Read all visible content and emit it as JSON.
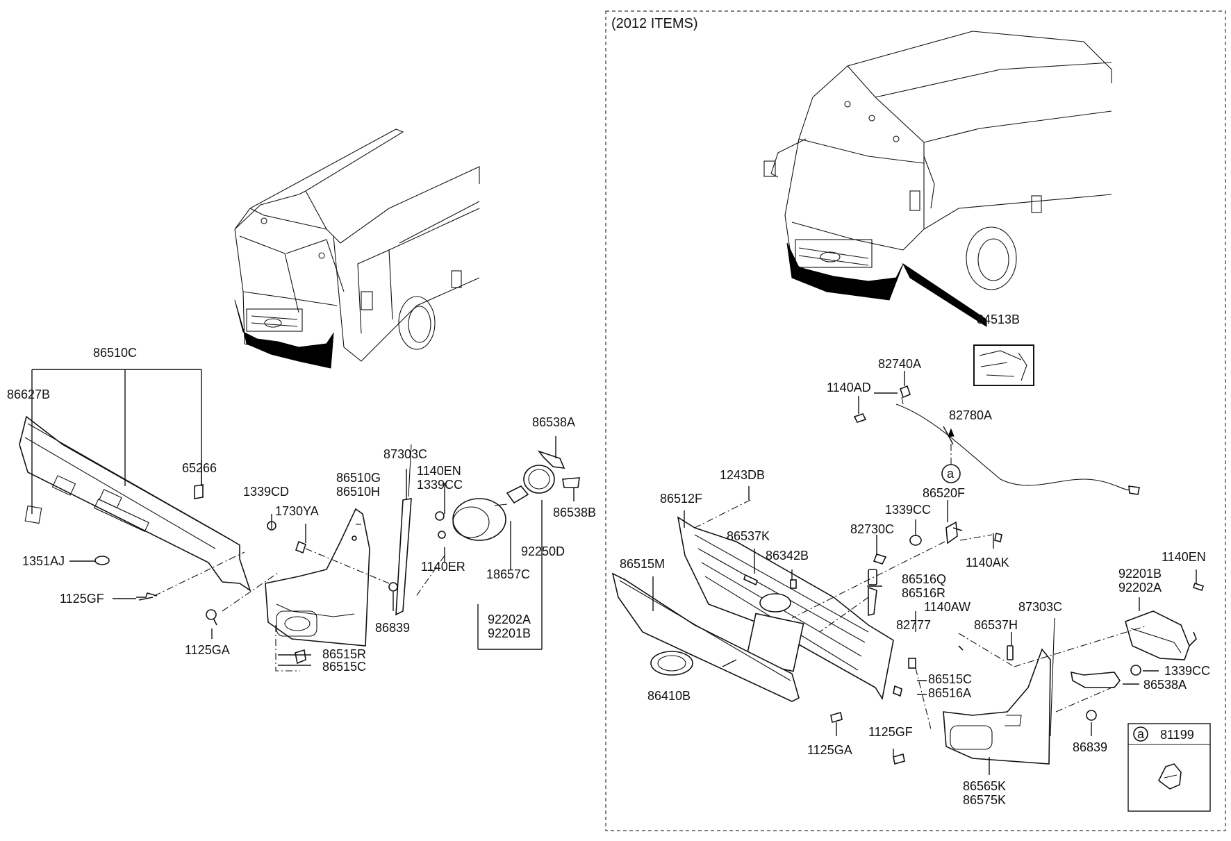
{
  "inset_title": "(2012 ITEMS)",
  "callout_letter": "a",
  "colors": {
    "line": "#111111",
    "background": "#ffffff",
    "fill_black": "#000000"
  },
  "left_group": {
    "parts": {
      "p86510C": "86510C",
      "p86627B": "86627B",
      "p65266": "65266",
      "p1351AJ": "1351AJ",
      "p1125GF": "1125GF",
      "p1125GA": "1125GA",
      "p1339CD": "1339CD",
      "p1730YA": "1730YA",
      "p86510G": "86510G",
      "p86510H": "86510H",
      "p87303C": "87303C",
      "p1140EN": "1140EN",
      "p1339CC": "1339CC",
      "p86538A": "86538A",
      "p86538B": "86538B",
      "p92250D": "92250D",
      "p18657C": "18657C",
      "p1140ER": "1140ER",
      "p86839": "86839",
      "p92202A": "92202A",
      "p92201B": "92201B",
      "p86515R": "86515R",
      "p86515C": "86515C"
    }
  },
  "right_group": {
    "parts": {
      "p84513B": "84513B",
      "p82740A": "82740A",
      "p1140AD": "1140AD",
      "p82780A": "82780A",
      "p1243DB": "1243DB",
      "p86512F": "86512F",
      "p86520F": "86520F",
      "p1339CC": "1339CC",
      "p82730C": "82730C",
      "p86537K": "86537K",
      "p86342B": "86342B",
      "p1140AK": "1140AK",
      "p86515M": "86515M",
      "p86516Q": "86516Q",
      "p86516R": "86516R",
      "p1140EN": "1140EN",
      "p92201B": "92201B",
      "p92202A": "92202A",
      "p1140AW": "1140AW",
      "p87303C": "87303C",
      "p82777": "82777",
      "p86537H": "86537H",
      "p1339CC_b": "1339CC",
      "p86538A": "86538A",
      "p86410B": "86410B",
      "p86515C": "86515C",
      "p86516A": "86516A",
      "p1125GF": "1125GF",
      "p1125GA": "1125GA",
      "p86839": "86839",
      "p86565K": "86565K",
      "p86575K": "86575K",
      "p81199": "81199"
    }
  }
}
